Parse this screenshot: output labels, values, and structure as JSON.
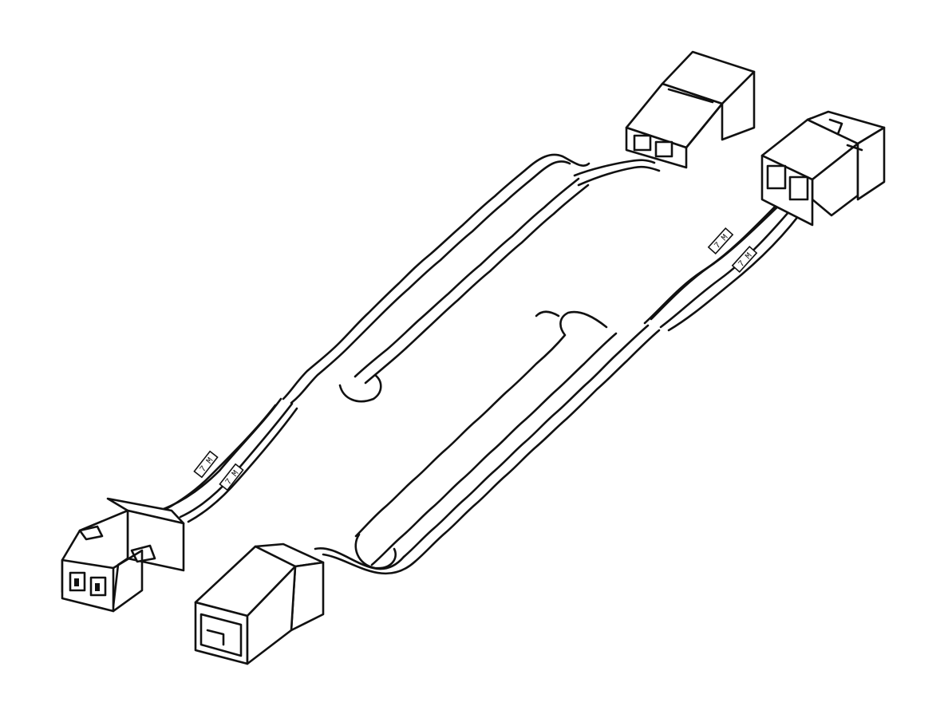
{
  "diagram": {
    "background": "#ffffff",
    "line_color": "#111111",
    "wire_markers": [
      "7 M",
      "7 M",
      "7 M",
      "7 M"
    ],
    "assemblies": [
      {
        "name": "cable-assembly-1",
        "parts": [
          "male-connector",
          "separate-wires",
          "twisted-pair-cable",
          "female-connector"
        ]
      },
      {
        "name": "cable-assembly-2",
        "parts": [
          "male-connector",
          "separate-wires",
          "twisted-pair-cable",
          "female-connector"
        ]
      }
    ]
  }
}
